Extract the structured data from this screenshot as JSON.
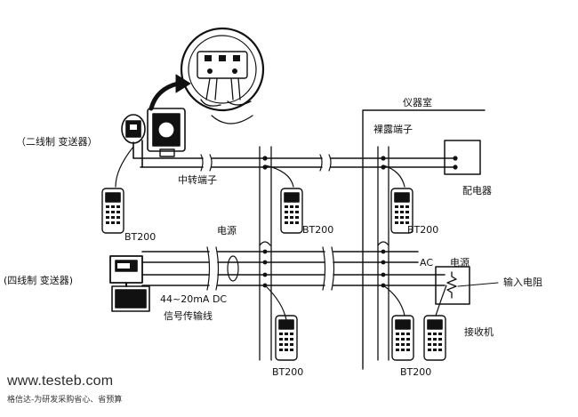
{
  "labels": {
    "instrument_room": "仪器室",
    "bare_terminal": "裸露端子",
    "two_wire_transmitter": "（二线制  变送器）",
    "relay_terminal": "中转端子",
    "power_distributor": "配电器",
    "bt200": "BT200",
    "power_supply": "电源",
    "four_wire_transmitter": "(四线制  变送器)",
    "ac": "AC",
    "signal_current": "44~20mA DC",
    "signal_line": "信号传输线",
    "input_resistor": "输入电阻",
    "receiver": "接收机"
  },
  "watermark": {
    "site": "www.testeb.com",
    "slogan": "格信达-为研发采购省心、省预算"
  }
}
